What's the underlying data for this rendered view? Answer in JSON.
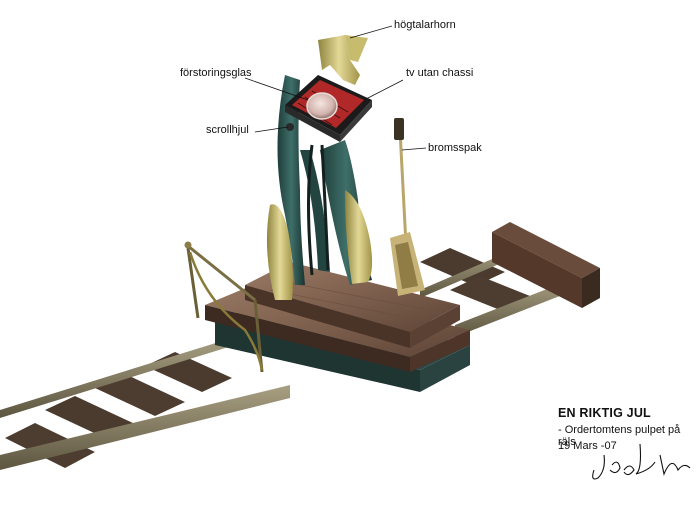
{
  "labels": {
    "hogtalarhorn": "högtalarhorn",
    "forstoringsglas": "förstoringsglas",
    "tv_utan_chassi": "tv utan chassi",
    "scrollhjul": "scrollhjul",
    "bromsspak": "bromsspak"
  },
  "caption": {
    "title": "EN RIKTIG JUL",
    "subtitle": "- Ordertomtens pulpet på räls",
    "date": "19 Mars -07"
  },
  "signature_text": "Josh N...",
  "colors": {
    "background": "#ffffff",
    "rail": "#7a7358",
    "sleeper": "#4a3b2e",
    "platform": "#8a6a55",
    "stand_teal": "#2f5a55",
    "horn_gold": "#d8cf8a",
    "screen_red": "#b02828"
  }
}
